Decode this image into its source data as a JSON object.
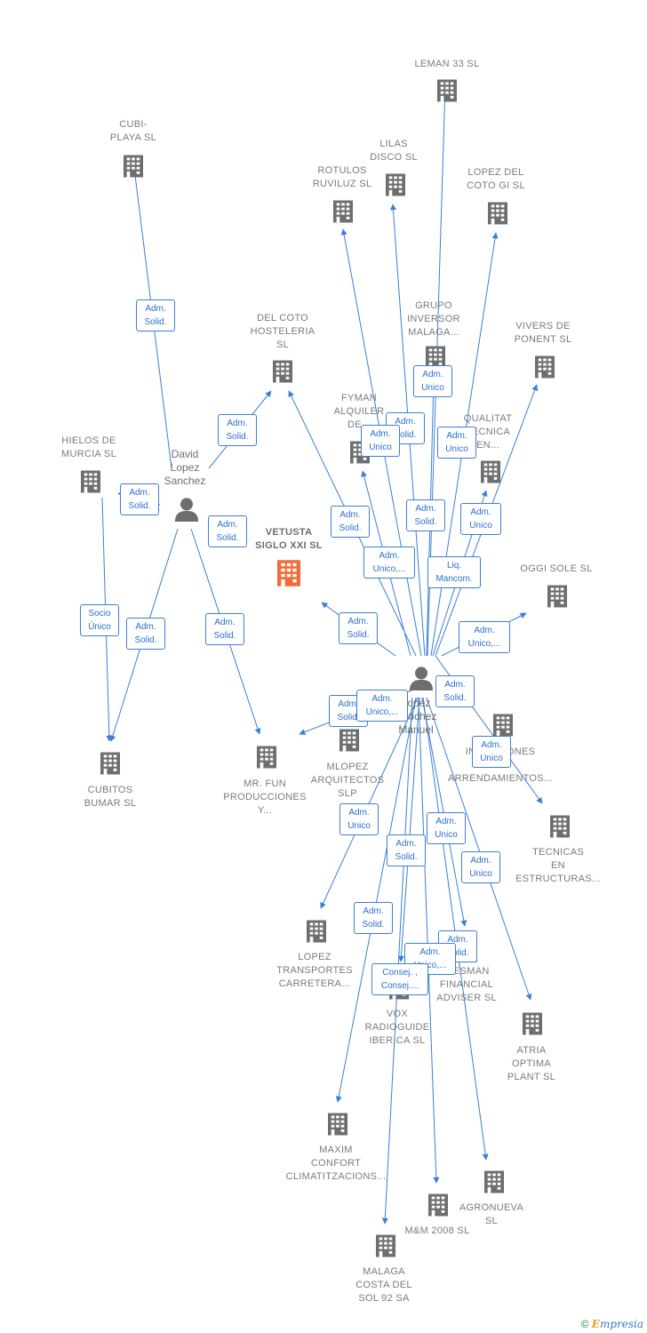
{
  "colors": {
    "edge": "#3b7fd6",
    "building": "#6e6e6e",
    "focus_building": "#f26b3a",
    "person": "#6e6e6e"
  },
  "focus_company": "VETUSTA\nSIGLO XXI  SL",
  "persons": [
    {
      "id": "david",
      "label": "David\nLopez\nSanchez"
    },
    {
      "id": "manuel",
      "label": "Lopez\nSanchez\nManuel"
    }
  ],
  "companies": [
    {
      "id": "leman",
      "label": "LEMAN 33 SL"
    },
    {
      "id": "cubi",
      "label": "CUBI-\nPLAYA  SL"
    },
    {
      "id": "lilas",
      "label": "LILAS\nDISCO  SL"
    },
    {
      "id": "rotulos",
      "label": "ROTULOS\nRUVILUZ SL"
    },
    {
      "id": "lopezcoto",
      "label": "LOPEZ DEL\nCOTO GI  SL"
    },
    {
      "id": "grupo",
      "label": "GRUPO\nINVERSOR\nMALAGA..."
    },
    {
      "id": "delcoto",
      "label": "DEL COTO\nHOSTELERIA\nSL"
    },
    {
      "id": "vivers",
      "label": "VIVERS DE\nPONENT SL"
    },
    {
      "id": "fyman",
      "label": "FYMAN\nALQUILER\nDE..."
    },
    {
      "id": "qualitat",
      "label": "QUALITAT\nTECNICA\nEN..."
    },
    {
      "id": "hielos",
      "label": "HIELOS DE\nMURCIA SL"
    },
    {
      "id": "oggi",
      "label": "OGGI SOLE  SL"
    },
    {
      "id": "inversiones",
      "label": "INVERSIONES\nY\nARRENDAMIENTOS..."
    },
    {
      "id": "mlopez",
      "label": "MLOPEZ\nARQUITECTOS\nSLP"
    },
    {
      "id": "cubitos",
      "label": "CUBITOS\nBUMAR  SL"
    },
    {
      "id": "mrfun",
      "label": "MR.  FUN\nPRODUCCIONES\nY..."
    },
    {
      "id": "tecnicas",
      "label": "TECNICAS\nEN\nESTRUCTURAS..."
    },
    {
      "id": "lopeztrans",
      "label": "LOPEZ\nTRANSPORTES\nCARRETERA..."
    },
    {
      "id": "wesman",
      "label": "WESMAN\nFINANCIAL\nADVISER  SL"
    },
    {
      "id": "vox",
      "label": "VOX\nRADIOGUIDE\nIBERICA SL"
    },
    {
      "id": "atria",
      "label": "ATRIA\nOPTIMA\nPLANT  SL"
    },
    {
      "id": "maxim",
      "label": "MAXIM\nCONFORT\nCLIMATITZACIONS..."
    },
    {
      "id": "agronueva",
      "label": "AGRONUEVA\nSL"
    },
    {
      "id": "mm2008",
      "label": "M&M 2008 SL"
    },
    {
      "id": "malaga",
      "label": "MALAGA\nCOSTA DEL\nSOL 92 SA"
    }
  ],
  "roles": [
    {
      "id": "r-david-cubi",
      "label": "Adm.\nSolid."
    },
    {
      "id": "r-david-delcoto",
      "label": "Adm.\nSolid."
    },
    {
      "id": "r-david-hielos",
      "label": "Adm.\nSolid."
    },
    {
      "id": "r-david-vetusta",
      "label": "Adm.\nSolid."
    },
    {
      "id": "r-david-mrfun",
      "label": "Adm.\nSolid."
    },
    {
      "id": "r-david-cubitos",
      "label": "Adm.\nSolid."
    },
    {
      "id": "r-hielos-cubitos",
      "label": "Socio\nÚnico"
    },
    {
      "id": "r-m-grupo",
      "label": "Adm.\nUnico"
    },
    {
      "id": "r-m-lilas",
      "label": "Adm.\nSolid."
    },
    {
      "id": "r-m-rotulos",
      "label": "Adm.\nUnico"
    },
    {
      "id": "r-m-lopezcoto",
      "label": "Adm.\nUnico"
    },
    {
      "id": "r-m-delcoto",
      "label": "Adm.\nSolid."
    },
    {
      "id": "r-m-leman",
      "label": "Adm.\nSolid."
    },
    {
      "id": "r-m-qualitat",
      "label": "Adm.\nUnico"
    },
    {
      "id": "r-m-fyman",
      "label": "Adm.\nUnico,..."
    },
    {
      "id": "r-m-vivers",
      "label": "Liq.\nMancom."
    },
    {
      "id": "r-m-vetusta",
      "label": "Adm.\nSolid."
    },
    {
      "id": "r-m-oggi",
      "label": "Adm.\nUnico,..."
    },
    {
      "id": "r-m-inversiones",
      "label": "Adm.\nSolid."
    },
    {
      "id": "r-m-mrfun",
      "label": "Adm.\nSolid."
    },
    {
      "id": "r-m-mlopez",
      "label": "Adm.\nUnico,..."
    },
    {
      "id": "r-m-tecnicas",
      "label": "Adm.\nUnico"
    },
    {
      "id": "r-m-lopeztrans",
      "label": "Adm.\nUnico"
    },
    {
      "id": "r-m-wesman",
      "label": "Adm.\nUnico"
    },
    {
      "id": "r-m-mm2008",
      "label": "Adm.\nSolid."
    },
    {
      "id": "r-m-atria",
      "label": "Adm.\nUnico"
    },
    {
      "id": "r-m-maxim",
      "label": "Adm.\nSolid."
    },
    {
      "id": "r-m-agronueva",
      "label": "Adm.\nSolid."
    },
    {
      "id": "r-m-vox",
      "label": "Adm.\nUnico,..."
    },
    {
      "id": "r-m-malaga",
      "label": "Consej. ,\nConsej...."
    }
  ],
  "footer": {
    "copyright": "©",
    "brand_first": "E",
    "brand_rest": "mpresia"
  }
}
